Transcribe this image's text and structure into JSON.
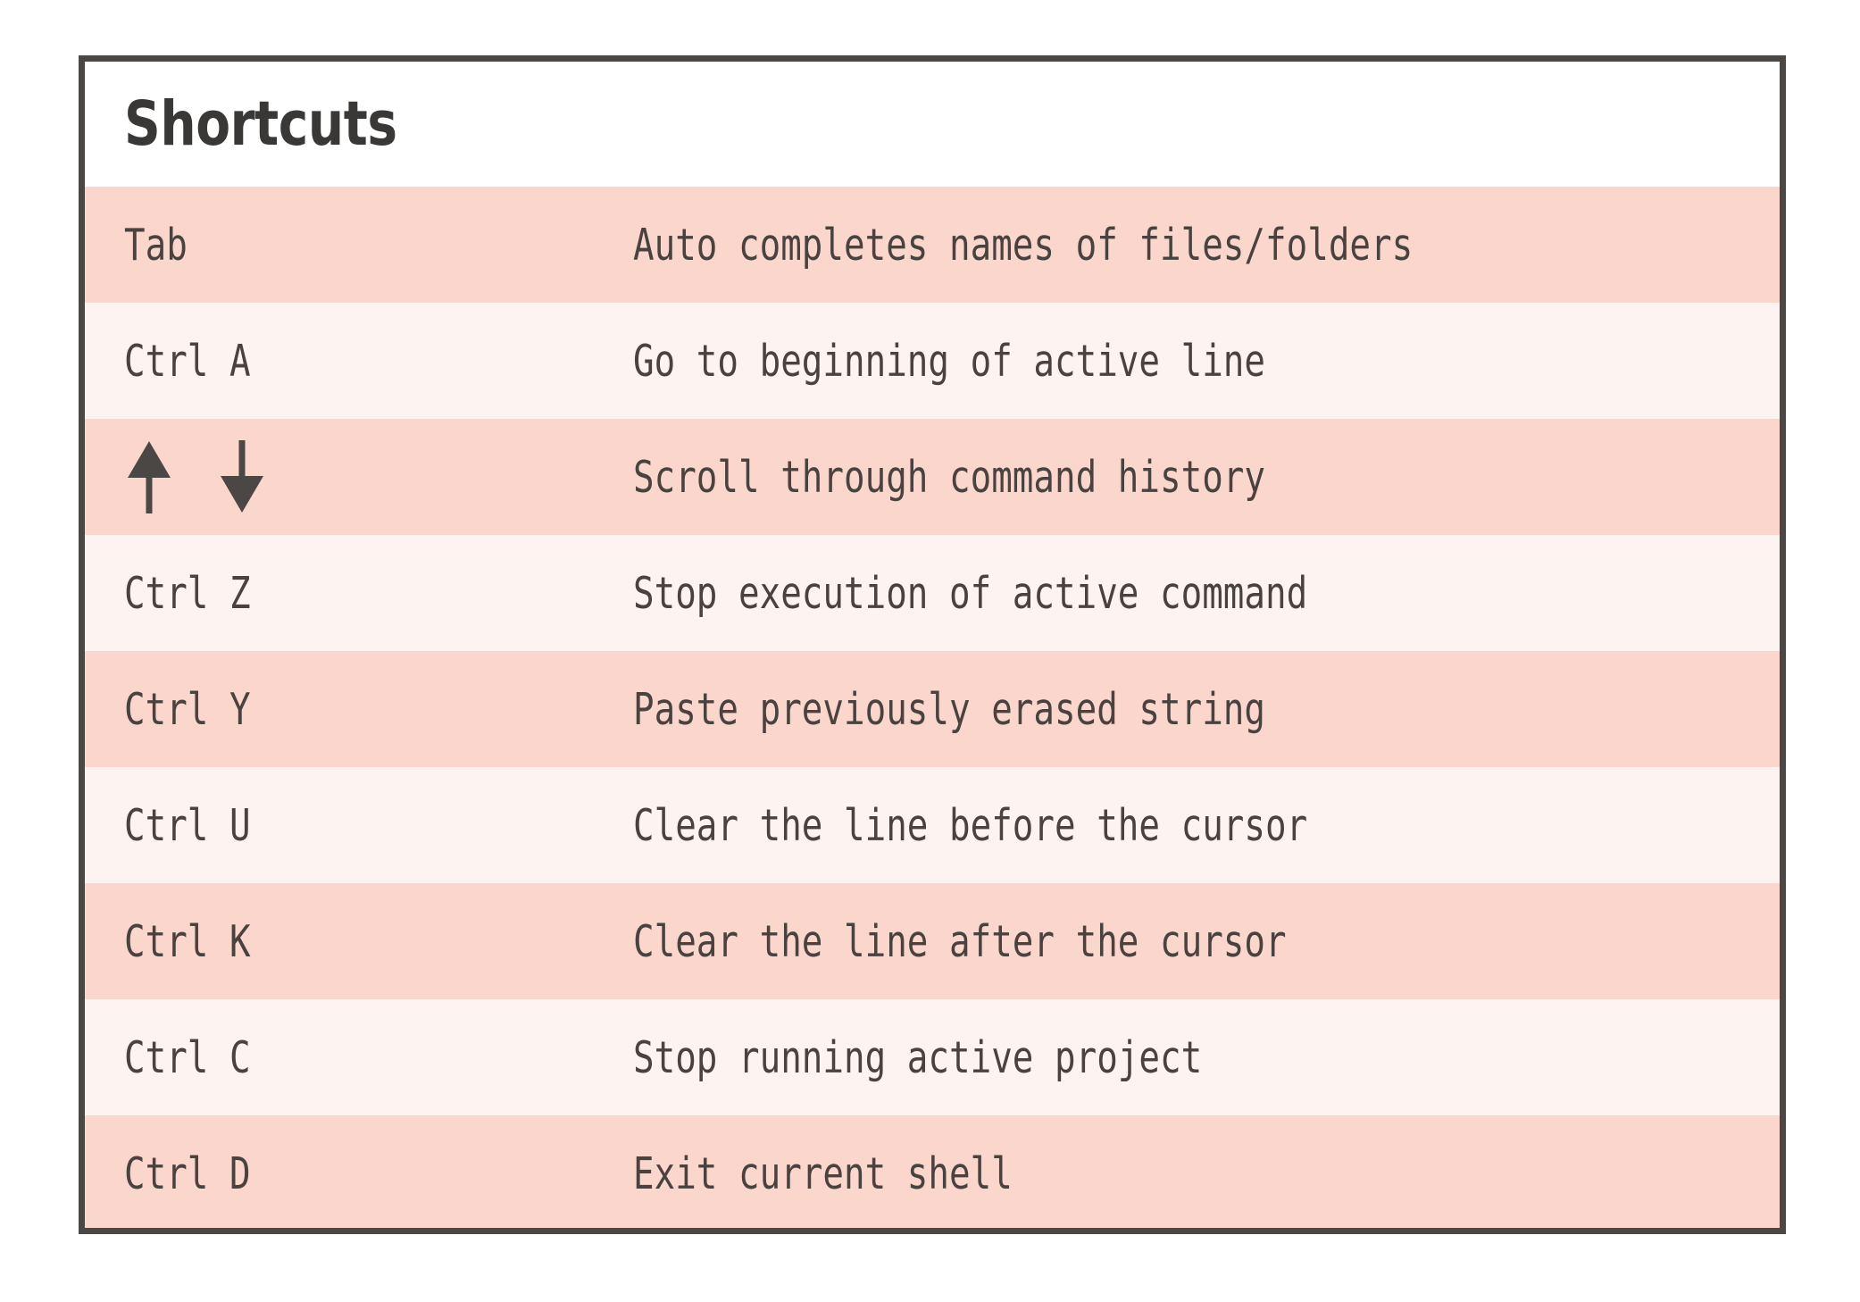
{
  "card": {
    "title": "Shortcuts",
    "border_color": "#4a4745",
    "background": "#ffffff"
  },
  "colors": {
    "row_odd_bg": "#fbd6cd",
    "row_even_bg": "#fdf4f2",
    "text": "#4a423f",
    "title_text": "#3a3836",
    "border": "#4a4745",
    "page_bg": "#ffffff"
  },
  "table": {
    "columns": [
      "key",
      "description"
    ],
    "rows": [
      {
        "key": "Tab",
        "description": "Auto completes names of files/folders",
        "icon": null
      },
      {
        "key": "Ctrl A",
        "description": "Go to beginning of active line",
        "icon": null
      },
      {
        "key": "",
        "description": "Scroll through command history",
        "icon": "arrow-up-down-icon"
      },
      {
        "key": "Ctrl Z",
        "description": "Stop execution of active command",
        "icon": null
      },
      {
        "key": "Ctrl Y",
        "description": "Paste previously erased string",
        "icon": null
      },
      {
        "key": "Ctrl U",
        "description": "Clear the line before the cursor",
        "icon": null
      },
      {
        "key": "Ctrl K",
        "description": "Clear the line after the cursor",
        "icon": null
      },
      {
        "key": "Ctrl C",
        "description": "Stop running active project",
        "icon": null
      },
      {
        "key": "Ctrl D",
        "description": "Exit current shell",
        "icon": null
      }
    ]
  }
}
